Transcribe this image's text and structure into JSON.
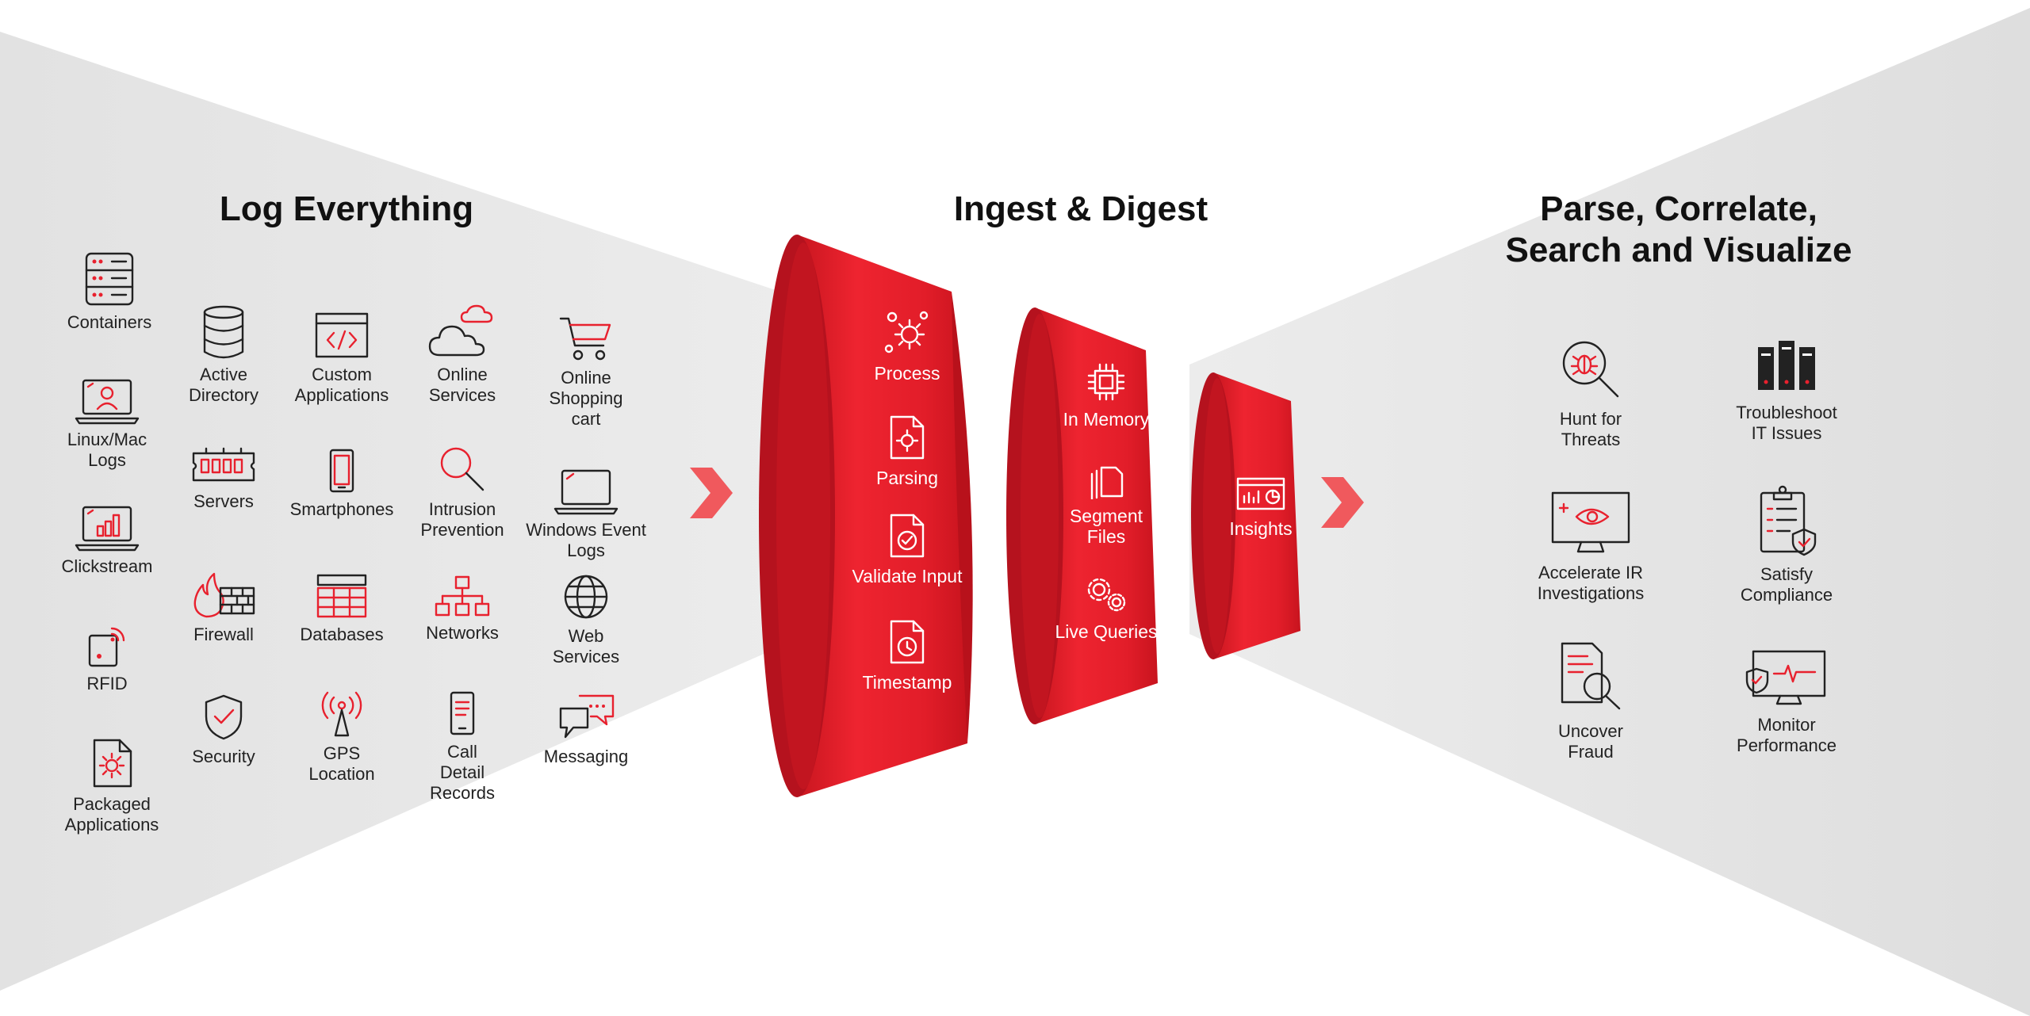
{
  "colors": {
    "accent": "#e8212e",
    "funnel_dark": "#b5121e",
    "background_band": "#e4e4e4",
    "text": "#111111"
  },
  "left": {
    "title": "Log Everything",
    "sources": [
      {
        "label": "Containers",
        "icon": "server-rack-icon"
      },
      {
        "label": "Linux/Mac\nLogs",
        "icon": "laptop-user-icon"
      },
      {
        "label": "Clickstream",
        "icon": "laptop-chart-icon"
      },
      {
        "label": "RFID",
        "icon": "rfid-icon"
      },
      {
        "label": "Packaged\nApplications",
        "icon": "package-gear-icon"
      },
      {
        "label": "Active\nDirectory",
        "icon": "database-icon"
      },
      {
        "label": "Servers",
        "icon": "memory-module-icon"
      },
      {
        "label": "Firewall",
        "icon": "firewall-icon"
      },
      {
        "label": "Security",
        "icon": "shield-check-icon"
      },
      {
        "label": "Custom\nApplications",
        "icon": "code-window-icon"
      },
      {
        "label": "Smartphones",
        "icon": "smartphone-icon"
      },
      {
        "label": "Databases",
        "icon": "table-grid-icon"
      },
      {
        "label": "GPS\nLocation",
        "icon": "antenna-icon"
      },
      {
        "label": "Online\nServices",
        "icon": "cloud-icon"
      },
      {
        "label": "Intrusion\nPrevention",
        "icon": "magnifier-icon"
      },
      {
        "label": "Networks",
        "icon": "network-hierarchy-icon"
      },
      {
        "label": "Call\nDetail\nRecords",
        "icon": "phone-record-icon"
      },
      {
        "label": "Online\nShopping\ncart",
        "icon": "shopping-cart-icon"
      },
      {
        "label": "Windows Event\nLogs",
        "icon": "laptop-icon"
      },
      {
        "label": "Web\nServices",
        "icon": "globe-icon"
      },
      {
        "label": "Messaging",
        "icon": "chat-bubbles-icon"
      }
    ]
  },
  "middle": {
    "title": "Ingest & Digest",
    "stage1": [
      {
        "label": "Process",
        "icon": "process-gears-icon"
      },
      {
        "label": "Parsing",
        "icon": "file-gear-icon"
      },
      {
        "label": "Validate Input",
        "icon": "file-check-icon"
      },
      {
        "label": "Timestamp",
        "icon": "file-clock-icon"
      }
    ],
    "stage2": [
      {
        "label": "In Memory",
        "icon": "chip-icon"
      },
      {
        "label": "Segment\nFiles",
        "icon": "files-icon"
      },
      {
        "label": "Live Queries",
        "icon": "gears-icon"
      }
    ],
    "stage3": [
      {
        "label": "Insights",
        "icon": "dashboard-icon"
      }
    ]
  },
  "right": {
    "title": "Parse, Correlate,\nSearch and Visualize",
    "outcomes": [
      {
        "label": "Hunt for\nThreats",
        "icon": "bug-magnifier-icon"
      },
      {
        "label": "Troubleshoot\nIT Issues",
        "icon": "server-cluster-icon"
      },
      {
        "label": "Accelerate IR\nInvestigations",
        "icon": "monitor-eye-icon"
      },
      {
        "label": "Satisfy\nCompliance",
        "icon": "clipboard-shield-icon"
      },
      {
        "label": "Uncover\nFraud",
        "icon": "document-search-icon"
      },
      {
        "label": "Monitor\nPerformance",
        "icon": "monitor-pulse-icon"
      }
    ]
  }
}
